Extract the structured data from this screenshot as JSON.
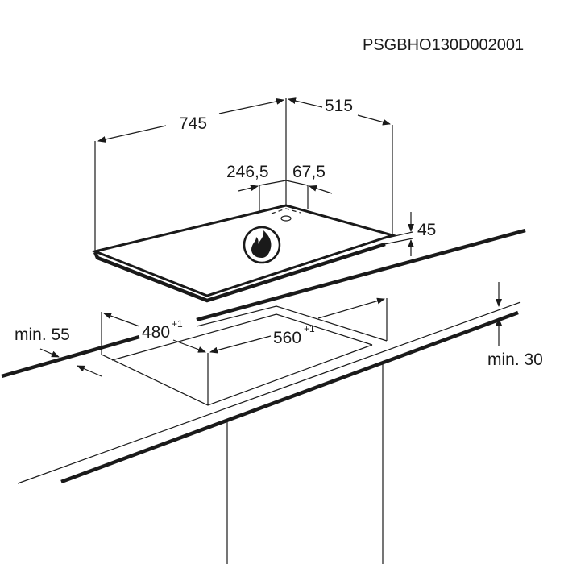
{
  "diagram": {
    "code": "PSGBHO130D002001",
    "hob_dimensions": {
      "width": "745",
      "depth": "515",
      "gas_inlet_offset_left": "246,5",
      "gas_inlet_offset_back": "67,5",
      "height": "45"
    },
    "cutout_dimensions": {
      "depth": "480",
      "depth_tolerance": "+1",
      "width": "560",
      "width_tolerance": "+1",
      "min_front_distance": "min. 55",
      "min_worktop_thickness": "min. 30"
    },
    "icons": [
      "gas-flame-icon"
    ],
    "colors": {
      "line": "#1a1a1a",
      "background": "#ffffff"
    }
  }
}
